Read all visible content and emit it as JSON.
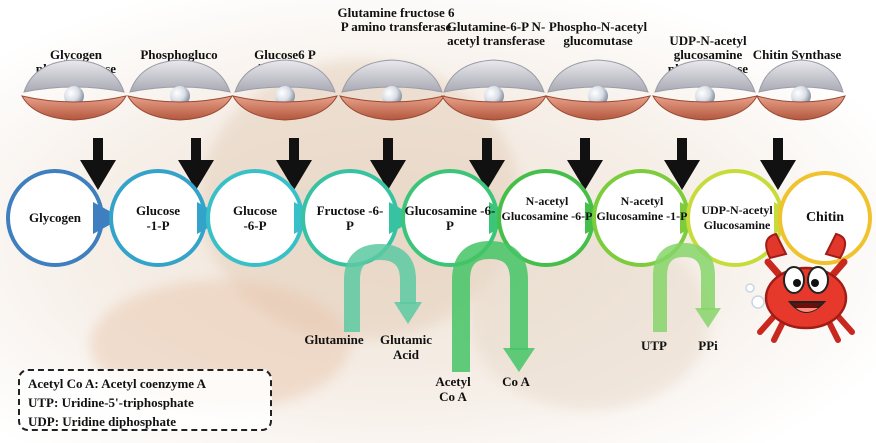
{
  "enzymes": [
    "Glycogen phosphorylase",
    "Phosphogluco mutase",
    "Glucose6 P isomerase",
    "Glutamine fructose 6 P amino transferase",
    "Glutamine-6-P N-acetyl transferase",
    "Phospho-N-acetyl glucomutase",
    "UDP-N-acetyl glucosamine phosphorylase",
    "Chitin Synthase"
  ],
  "pathway": [
    {
      "name": "Glycogen",
      "color": "#3f7fc0"
    },
    {
      "name": "Glucose -1-P",
      "color": "#34a3c9"
    },
    {
      "name": "Glucose -6-P",
      "color": "#38c0c8"
    },
    {
      "name": "Fructose -6-P",
      "color": "#37c2a2"
    },
    {
      "name": "Glucosamine -6-P",
      "color": "#3cc479"
    },
    {
      "name": "N-acetyl Glucosamine -6-P",
      "color": "#46bf4a"
    },
    {
      "name": "N-acetyl Glucosamine -1-P",
      "color": "#7ccc3b"
    },
    {
      "name": "UDP-N-acetyl Glucosamine",
      "color": "#c7dc3a"
    },
    {
      "name": "Chitin",
      "color": "#f0c22e"
    }
  ],
  "side_reactions": {
    "glutamine": "Glutamine",
    "glutamic_acid": "Glutamic Acid",
    "acetyl_coa": "Acetyl Co A",
    "coa": "Co A",
    "utp": "UTP",
    "ppi": "PPi"
  },
  "legend": [
    "Acetyl Co A: Acetyl coenzyme A",
    "UTP: Uridine-5'-triphosphate",
    "UDP: Uridine diphosphate"
  ]
}
